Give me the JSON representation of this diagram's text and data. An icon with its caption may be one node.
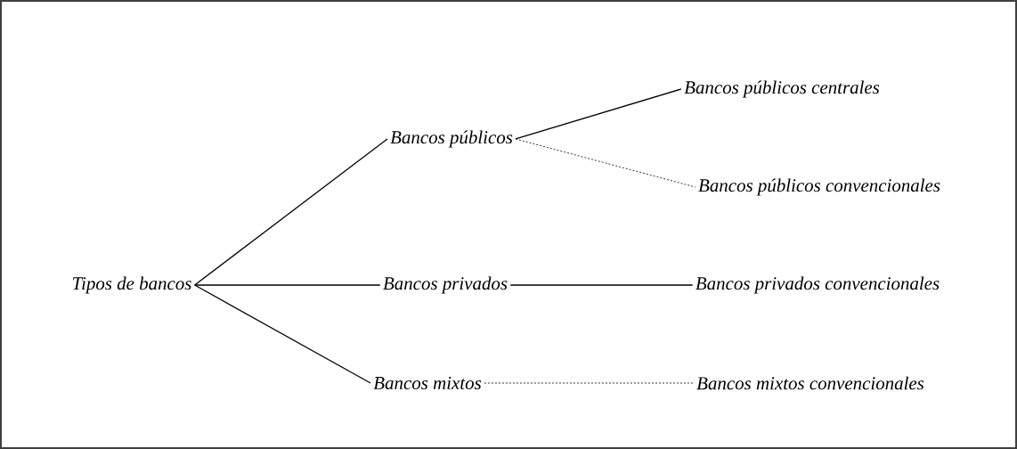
{
  "diagram": {
    "nodes": [
      {
        "text": [
          "Tipos de bancos"
        ]
      },
      {
        "text": [
          "Bancos públicos"
        ]
      },
      {
        "text": [
          "Bancos privados"
        ]
      },
      {
        "text": [
          "Bancos mixtos"
        ]
      },
      {
        "text": [
          "Bancos públicos centrales"
        ]
      },
      {
        "text": [
          "Bancos públicos convencionales"
        ]
      },
      {
        "text": [
          "Bancos privados convencionales"
        ]
      },
      {
        "text": [
          "Bancos mixtos convencionales"
        ]
      }
    ],
    "edges": [
      {
        "from": 0,
        "to": 1,
        "arrow": "none"
      },
      {
        "from": 0,
        "to": 2,
        "arrow": "none"
      },
      {
        "from": 0,
        "to": 3,
        "arrow": "none"
      },
      {
        "from": 1,
        "to": 4,
        "arrow": "none"
      },
      {
        "from": 1,
        "to": 5,
        "arrow": "none",
        "style": "dashed"
      },
      {
        "from": 2,
        "to": 6,
        "arrow": "none"
      },
      {
        "from": 3,
        "to": 7,
        "arrow": "none",
        "style": "dashed"
      }
    ]
  }
}
